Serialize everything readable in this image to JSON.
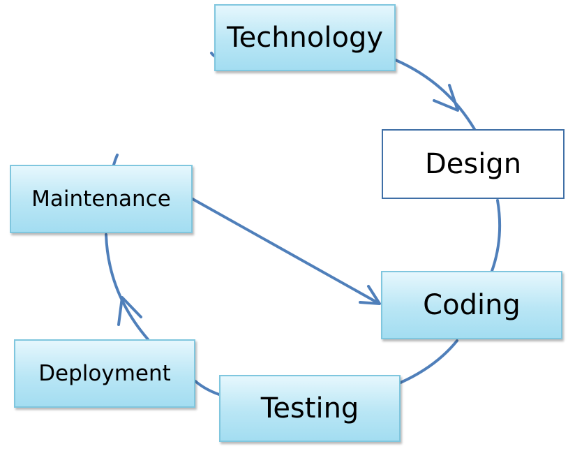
{
  "diagram": {
    "nodes": {
      "technology": "Technology",
      "design": "Design",
      "maintenance": "Maintenance",
      "coding": "Coding",
      "deployment": "Deployment",
      "testing": "Testing"
    },
    "colors": {
      "arrow": "#4f7fba",
      "box_border": "#7fc6de",
      "box_fill_top": "#e6f7fd",
      "box_fill_bottom": "#a3ddf1",
      "plain_box_border": "#3f6fa6",
      "text": "#000000"
    }
  }
}
